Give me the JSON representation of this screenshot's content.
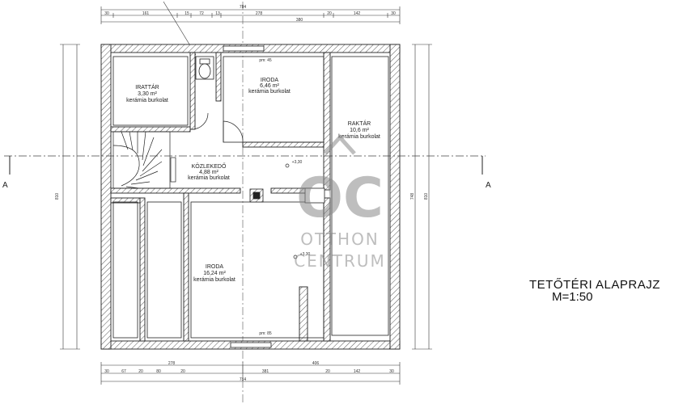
{
  "title": {
    "main": "TETŐTÉRI ALAPRAJZ",
    "scale": "M=1:50"
  },
  "rooms": [
    {
      "name": "IRATTÁR",
      "area": "3,30 m²",
      "floor": "kerámia burkolat"
    },
    {
      "name": "IRODA",
      "area": "6,46 m²",
      "floor": "kerámia burkolat"
    },
    {
      "name": "RAKTÁR",
      "area": "10,6 m²",
      "floor": "kerámia burkolat"
    },
    {
      "name": "KÖZLEKEDŐ",
      "area": "4,88 m²",
      "floor": "kerámia burkolat"
    },
    {
      "name": "IRODA",
      "area": "16,24 m²",
      "floor": "kerámia burkolat"
    }
  ],
  "section": {
    "left": "A",
    "right": "A"
  },
  "watermark": {
    "logo": "OC",
    "line1": "OTTHON",
    "line2": "CENTRUM",
    "color": "#8a8a8a"
  },
  "dimensions": {
    "top_total": "784",
    "top_row": [
      "30",
      "161",
      "15",
      "72",
      "13",
      "278",
      "20",
      "142",
      "30"
    ],
    "top_sub": "380",
    "bottom_row": [
      "30",
      "67",
      "20",
      "80",
      "20",
      "381",
      "20",
      "142",
      "30"
    ],
    "bottom_sub": [
      "278",
      "406"
    ],
    "bottom_total": "784",
    "left_total": "810",
    "right_total": "748",
    "right_total2": "810"
  },
  "annotations": {
    "parapet_top": "pm: 45",
    "parapet_bottom": "pm: 85",
    "level_1": "+3,30",
    "level_2": "+3,30"
  }
}
